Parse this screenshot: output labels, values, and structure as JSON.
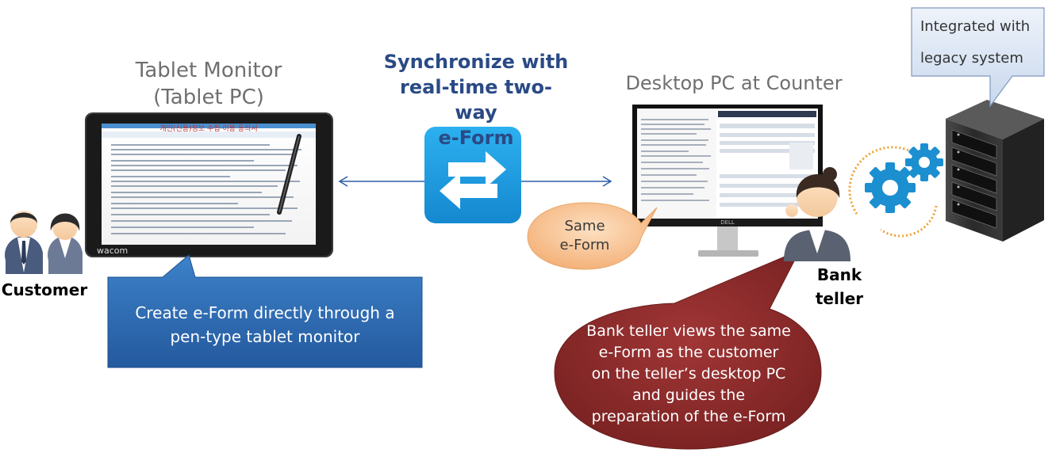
{
  "tablet": {
    "title_line1": "Tablet Monitor",
    "title_line2": "(Tablet PC)",
    "brand": "wacom",
    "form_header": "개인(신용)정보 수집·이용 동의서"
  },
  "sync": {
    "line1": "Synchronize with",
    "line2": "real-time two-way",
    "line3": "e-Form"
  },
  "desktop": {
    "title": "Desktop PC at Counter",
    "brand": "DELL"
  },
  "customer": {
    "label": "Customer"
  },
  "teller": {
    "label_line1": "Bank",
    "label_line2": "teller"
  },
  "callouts": {
    "tablet_line1": "Create e-Form directly through a",
    "tablet_line2": "pen-type tablet monitor",
    "same_line1": "Same",
    "same_line2": "e-Form",
    "teller_lines": [
      "Bank teller views the same",
      "e-Form as the customer",
      "on the teller’s desktop PC",
      "and guides the",
      "preparation of the e-Form"
    ],
    "legacy_line1": "Integrated with",
    "legacy_line2": "legacy system"
  },
  "colors": {
    "blue_callout": "#2f6db5",
    "red_callout": "#8b2a2a",
    "orange_callout": "#f8c89a",
    "legacy_callout": "#dde7f4",
    "sync_icon": "#1ea0e6",
    "gear_blue": "#1c8fd0",
    "gear_orange": "#f0a030"
  }
}
